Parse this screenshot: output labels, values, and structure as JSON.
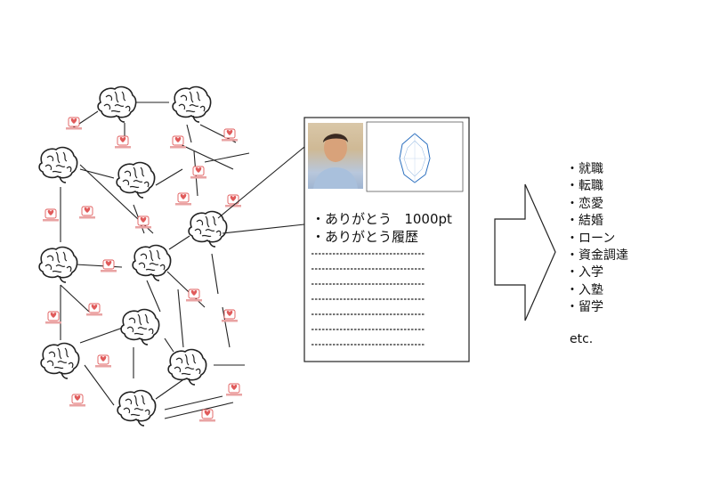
{
  "profile": {
    "thanks_points_label": "ありがとう",
    "thanks_points_value": "1000pt",
    "thanks_history_label": "ありがとう履歴",
    "bullet": "・"
  },
  "uses": {
    "items": [
      "就職",
      "転職",
      "恋愛",
      "結婚",
      "ローン",
      "資金調達",
      "入学",
      "入塾",
      "留学"
    ],
    "etc": "etc."
  },
  "icons": {
    "node": "brain-icon",
    "badge": "heart-badge-icon",
    "arrow": "right-arrow-icon"
  },
  "colors": {
    "badge": "#e05a5a",
    "line": "#222222"
  }
}
